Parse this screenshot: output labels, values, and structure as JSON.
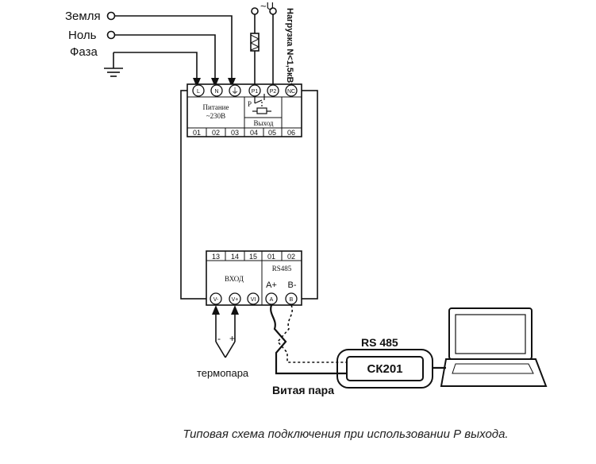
{
  "labels": {
    "earth": "Земля",
    "neutral": "Ноль",
    "phase": "Фаза",
    "supply_u": "~U",
    "load": "Нагрузка N<1,5кВт",
    "power": "Питание",
    "power_voltage": "~230В",
    "output": "Выход",
    "relay_p": "P",
    "input": "ВХОД",
    "rs485_block": "RS485",
    "a_plus": "A+",
    "b_minus": "B-",
    "thermocouple": "термопара",
    "twisted_pair": "Витая пара",
    "rs485_title": "RS 485",
    "converter": "СК201",
    "minus": "-",
    "plus": "+"
  },
  "top_terminals": [
    "L",
    "N",
    "⏚",
    "P1",
    "P2",
    "NC"
  ],
  "top_numbers": [
    "01",
    "02",
    "03",
    "04",
    "05",
    "06"
  ],
  "bottom_numbers": [
    "13",
    "14",
    "15",
    "01",
    "02"
  ],
  "bottom_terminals": [
    "V-",
    "V+",
    "VI",
    "A",
    "B"
  ],
  "caption": "Типовая схема подключения при использовании Р выхода.",
  "colors": {
    "line": "#111111",
    "background": "#ffffff"
  }
}
